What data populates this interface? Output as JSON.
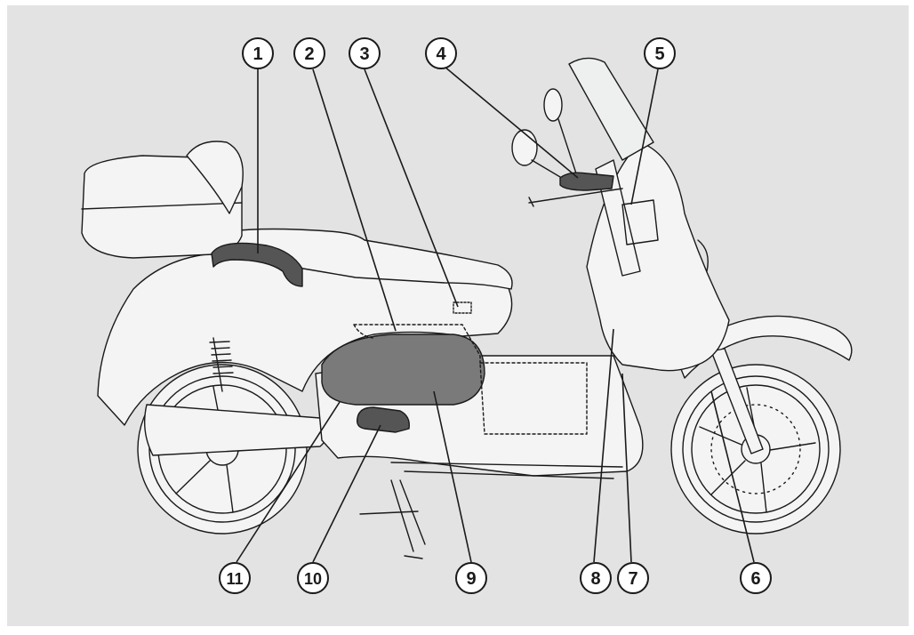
{
  "diagram": {
    "background_color": "#e3e3e3",
    "line_color": "#1a1a1a",
    "callouts": [
      {
        "id": "c1",
        "label": "1"
      },
      {
        "id": "c2",
        "label": "2"
      },
      {
        "id": "c3",
        "label": "3"
      },
      {
        "id": "c4",
        "label": "4"
      },
      {
        "id": "c5",
        "label": "5"
      },
      {
        "id": "c6",
        "label": "6"
      },
      {
        "id": "c7",
        "label": "7"
      },
      {
        "id": "c8",
        "label": "8"
      },
      {
        "id": "c9",
        "label": "9"
      },
      {
        "id": "c10",
        "label": "10"
      },
      {
        "id": "c11",
        "label": "11"
      }
    ]
  }
}
